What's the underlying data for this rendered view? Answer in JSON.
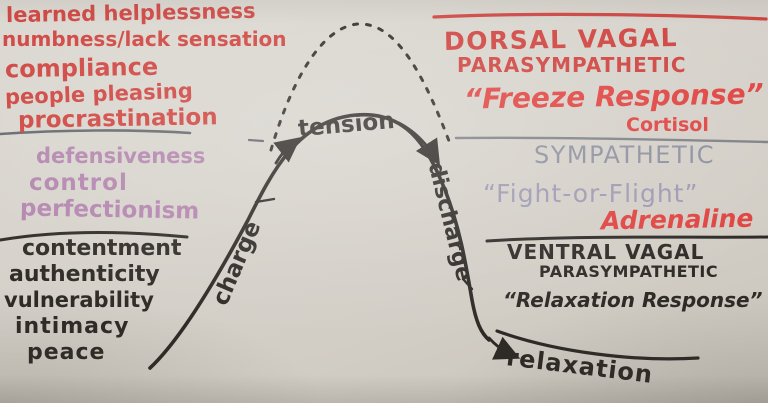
{
  "zones": {
    "dorsal": {
      "behaviors": [
        "learned helplessness",
        "numbness/lack sensation",
        "compliance",
        "people pleasing",
        "procrastination"
      ],
      "system": "DORSAL VAGAL",
      "branch": "PARASYMPATHETIC",
      "response": "“Freeze Response”",
      "hormone": "Cortisol"
    },
    "sympathetic": {
      "behaviors": [
        "defensiveness",
        "control",
        "perfectionism"
      ],
      "system": "SYMPATHETIC",
      "response": "“Fight-or-Flight”",
      "hormone": "Adrenaline"
    },
    "ventral": {
      "behaviors": [
        "contentment",
        "authenticity",
        "vulnerability",
        "intimacy",
        "peace"
      ],
      "system": "VENTRAL VAGAL",
      "branch": "PARASYMPATHETIC",
      "response": "“Relaxation Response”"
    }
  },
  "curve": {
    "ascending": "charge",
    "peak": "tension",
    "descending": "discharge",
    "baseline": "relaxation"
  },
  "colors": {
    "marker_red": "#cf423e",
    "marker_red_bright": "#e04340",
    "marker_purple": "#b384ae",
    "pencil_gray_blue": "#8e90a0",
    "pencil_lavender": "#9d99b3",
    "marker_black": "#2e2b27",
    "divider_gray": "#63666c",
    "board_background": "#d6d2ca"
  }
}
